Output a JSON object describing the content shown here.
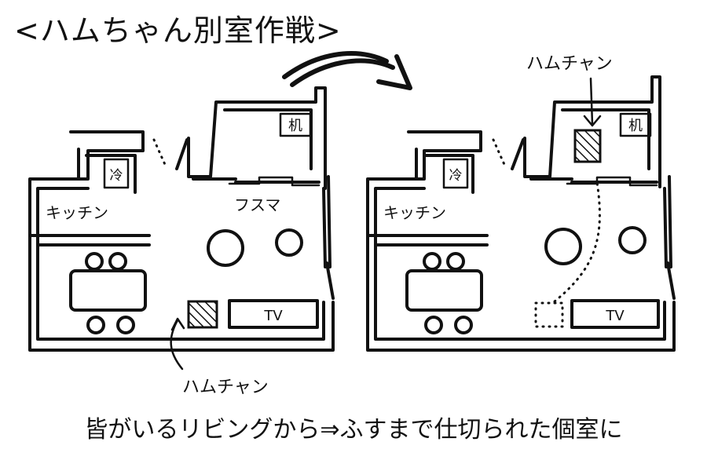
{
  "title": "<ハムちゃん別室作戦>",
  "caption": "皆がいるリビングから⇒ふすまで仕切られた個室に",
  "labels": {
    "kitchen": "キッチン",
    "fridge": "冷",
    "desk": "机",
    "fusuma": "フスマ",
    "tv": "TV",
    "hamchan": "ハムチャン"
  }
}
